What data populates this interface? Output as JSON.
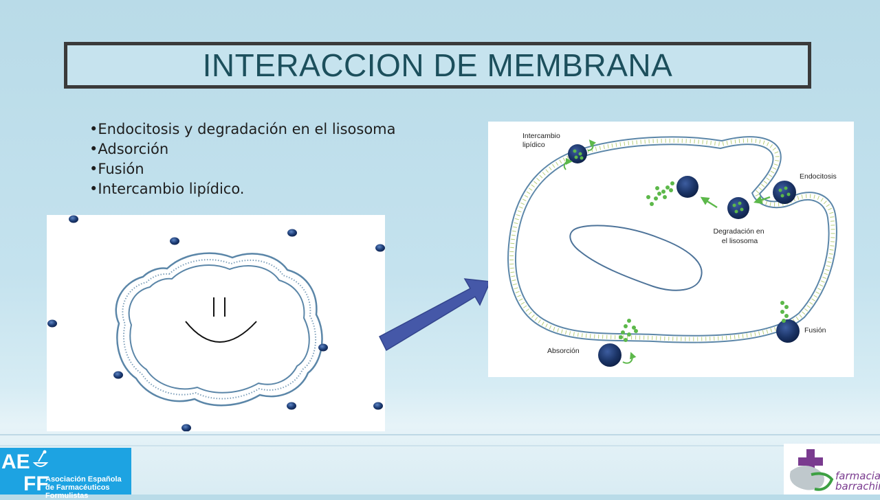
{
  "title": "INTERACCION DE MEMBRANA",
  "bullets": [
    "•Endocitosis  y degradación en el lisosoma",
    "•Adsorción",
    "•Fusión",
    "•Intercambio lipídico."
  ],
  "diagram_labels": {
    "intercambio": [
      "Intercambio",
      "lipídico"
    ],
    "endocitosis": "Endocitosis",
    "degradacion": [
      "Degradación en",
      "el lisosoma"
    ],
    "fusion": "Fusión",
    "absorcion": "Absorción"
  },
  "logos": {
    "left": {
      "initials_top": "AE",
      "initials_bottom": "FF",
      "organization": "Asociación Española de Farmacéuticos Formulistas"
    },
    "right": {
      "name_line1": "farmacia",
      "name_line2": "barrachina"
    }
  },
  "colors": {
    "title_text": "#1c4f5c",
    "membrane": "#5b86a8",
    "particle": "#1f3f78",
    "lipid_green": "#5cb84a",
    "arrow": "#4558a8",
    "aeff_blue": "#1da3e2",
    "farmacia_purple": "#7a3b8f"
  }
}
